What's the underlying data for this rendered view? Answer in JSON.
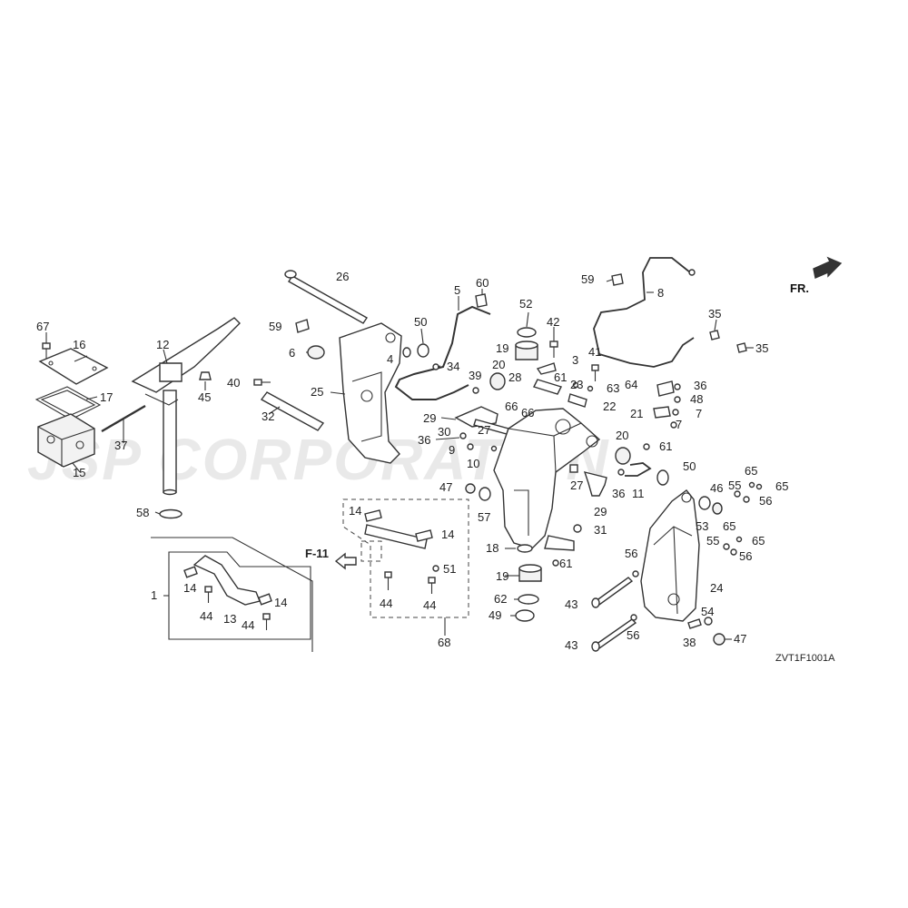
{
  "watermark": "JSP CORPORATION",
  "diagram_code": "ZVT1F1001A",
  "direction_label": "FR.",
  "reference_label": "F-11",
  "callouts": {
    "c1": "1",
    "c3": "3",
    "c4": "4",
    "c5": "5",
    "c6": "6",
    "c7": "7",
    "c8": "8",
    "c9": "9",
    "c10": "10",
    "c11": "11",
    "c12": "12",
    "c13": "13",
    "c14a": "14",
    "c14b": "14",
    "c14c": "14",
    "c14d": "14",
    "c15": "15",
    "c16": "16",
    "c17": "17",
    "c18": "18",
    "c19a": "19",
    "c19b": "19",
    "c20a": "20",
    "c20b": "20",
    "c21": "21",
    "c22": "22",
    "c23": "23",
    "c24": "24",
    "c25": "25",
    "c26": "26",
    "c27a": "27",
    "c27b": "27",
    "c28": "28",
    "c29a": "29",
    "c29b": "29",
    "c30": "30",
    "c31": "31",
    "c32": "32",
    "c34": "34",
    "c35a": "35",
    "c35b": "35",
    "c36a": "36",
    "c36b": "36",
    "c36c": "36",
    "c37": "37",
    "c38": "38",
    "c39": "39",
    "c40": "40",
    "c41": "41",
    "c42": "42",
    "c43a": "43",
    "c43b": "43",
    "c44a": "44",
    "c44b": "44",
    "c44c": "44",
    "c44d": "44",
    "c45": "45",
    "c46": "46",
    "c47a": "47",
    "c47b": "47",
    "c48": "48",
    "c49": "49",
    "c50a": "50",
    "c50b": "50",
    "c51": "51",
    "c52": "52",
    "c53": "53",
    "c54": "54",
    "c55a": "55",
    "c55b": "55",
    "c56a": "56",
    "c56b": "56",
    "c56c": "56",
    "c56d": "56",
    "c57": "57",
    "c58": "58",
    "c59a": "59",
    "c59b": "59",
    "c60": "60",
    "c61a": "61",
    "c61b": "61",
    "c61c": "61",
    "c62": "62",
    "c63": "63",
    "c64": "64",
    "c65a": "65",
    "c65b": "65",
    "c65c": "65",
    "c65d": "65",
    "c66a": "66",
    "c66b": "66",
    "c67": "67",
    "c68": "68"
  }
}
